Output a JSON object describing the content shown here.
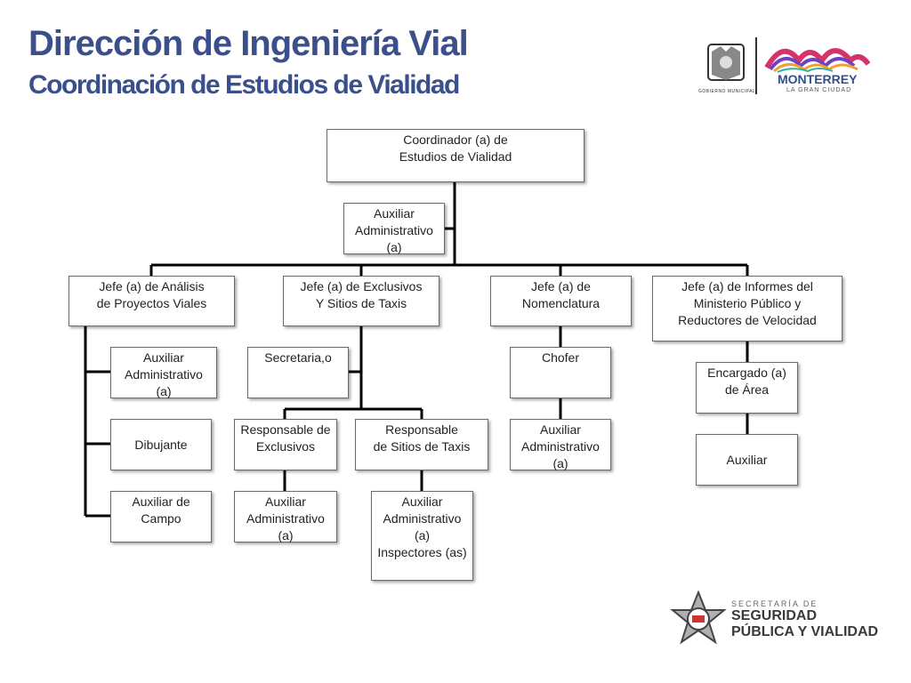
{
  "header": {
    "title": "Dirección de Ingeniería Vial",
    "subtitle": "Coordinación de Estudios de Vialidad"
  },
  "logos": {
    "gobierno": "GOBIERNO MUNICIPAL",
    "city": "MONTERREY",
    "city_tagline": "LA GRAN CIUDAD",
    "ssp_top": "SECRETARÍA DE",
    "ssp_line1": "SEGURIDAD",
    "ssp_line2": "PÚBLICA Y VIALIDAD"
  },
  "org": {
    "coordinador": "Coordinador (a)  de\nEstudios de Vialidad",
    "aux_coord": "Auxiliar\nAdministrativo\n(a)",
    "jefe_analisis": "Jefe (a) de Análisis\nde Proyectos Viales",
    "jefe_exclusivos": "Jefe (a) de Exclusivos\nY Sitios  de Taxis",
    "jefe_nomenclatura": "Jefe (a) de\nNomenclatura",
    "jefe_informes": "Jefe (a) de Informes del\nMinisterio Público y\nReductores de Velocidad",
    "aux_analisis": "Auxiliar\nAdministrativo\n(a)",
    "dibujante": "Dibujante",
    "aux_campo": "Auxiliar de\nCampo",
    "secretaria": "Secretaria,o",
    "resp_exclusivos": "Responsable de\nExclusivos",
    "resp_sitios": "Responsable\nde Sitios de Taxis",
    "aux_resp_excl": "Auxiliar\nAdministrativo\n(a)",
    "aux_inspectores": "Auxiliar\nAdministrativo\n(a)\nInspectores (as)",
    "chofer": "Chofer",
    "aux_nomenclatura": "Auxiliar\nAdministrativo\n(a)",
    "encargado_area": "Encargado (a)\nde Área",
    "auxiliar": "Auxiliar"
  },
  "colors": {
    "title": "#3a4f8c",
    "connector": "#000000",
    "box_border": "#6a6a6a"
  }
}
